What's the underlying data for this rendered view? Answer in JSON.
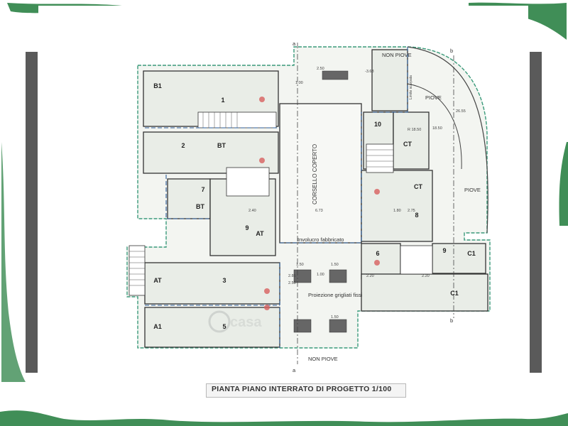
{
  "caption": "PIANTA PIANO INTERRATO DI PROGETTO 1/100",
  "watermark": "casa",
  "colors": {
    "green_brush": "#1f7a3a",
    "outline": "#3a9a7a",
    "room_fill": "#eef1ec",
    "dashed": "#2f5f9a",
    "wall": "#333333",
    "side_bar": "#5a5a5a"
  },
  "rooms": {
    "b1": "B1",
    "r2": "2",
    "bt_top": "BT",
    "r7": "7",
    "bt_mid": "BT",
    "r9": "9",
    "at_mid": "AT",
    "at_left": "AT",
    "r3": "3",
    "a1": "A1",
    "r5": "5",
    "r1": "1",
    "r10": "10",
    "ct_top": "CT",
    "ct_mid": "CT",
    "r8": "8",
    "r6": "6",
    "r9b": "9",
    "c1_top": "C1",
    "c1_bottom": "C1"
  },
  "labels": {
    "non_piove_top": "NON PIOVE",
    "non_piove_bottom": "NON PIOVE",
    "piove_1": "PIOVE",
    "piove_2": "PIOVE",
    "corsello": "CORSELLO COPERTO",
    "involucro": "Involucro fabbricato",
    "proiezione": "Proiezione grigliati fissi",
    "limite": "Limite scarpata",
    "section_a": "a",
    "section_b": "b"
  },
  "dimensions": {
    "d250": "2.50",
    "d100_top": "1.00",
    "d368": "-3.68",
    "d150_1": "1.50",
    "d150_2": "1.50",
    "d150_3": "1.50",
    "d100_mid": "1.00",
    "d673": "6.73",
    "d240": "2.40",
    "d180": "1.80",
    "d275": "2.75",
    "d220_1": "2.20",
    "d220_2": "2.20",
    "d285": "2.85",
    "d250_2": "2.50",
    "r1850": "R 18.50",
    "d2655": "26.55",
    "d1850": "18.50"
  }
}
